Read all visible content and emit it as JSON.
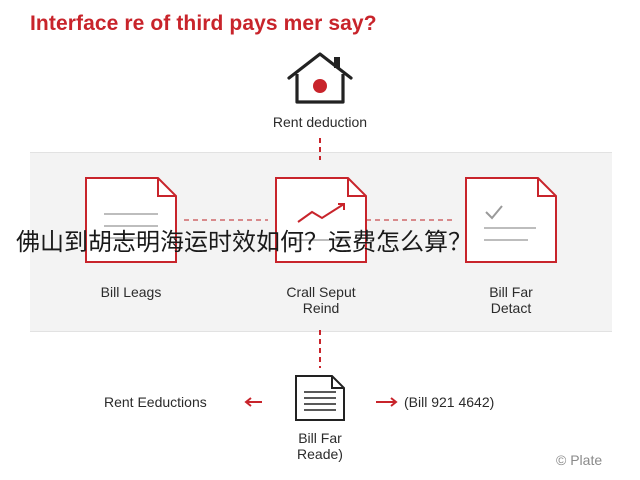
{
  "title": "Interface re of third pays mer say?",
  "top_node": {
    "label": "Rent deduction",
    "icon": "house-icon"
  },
  "docs": [
    {
      "label_line1": "Bill Leags",
      "label_line2": "",
      "icon": "checklist-document-icon"
    },
    {
      "label_line1": "Crall Seput",
      "label_line2": "Reind",
      "icon": "chart-document-icon"
    },
    {
      "label_line1": "Bill Far",
      "label_line2": "Detact",
      "icon": "check-document-icon"
    }
  ],
  "overlay_text": "佛山到胡志明海运时效如何？运费怎么算？",
  "bottom": {
    "left_label": "Rent Eeductions",
    "right_label": "(Bill 921 4642)",
    "doc_label_line1": "Bill Far",
    "doc_label_line2": "Reade)",
    "icon": "text-document-icon"
  },
  "credit": "© Plate",
  "colors": {
    "accent": "#c8242b",
    "band": "#f3f3f3",
    "text": "#2b2b2b"
  }
}
